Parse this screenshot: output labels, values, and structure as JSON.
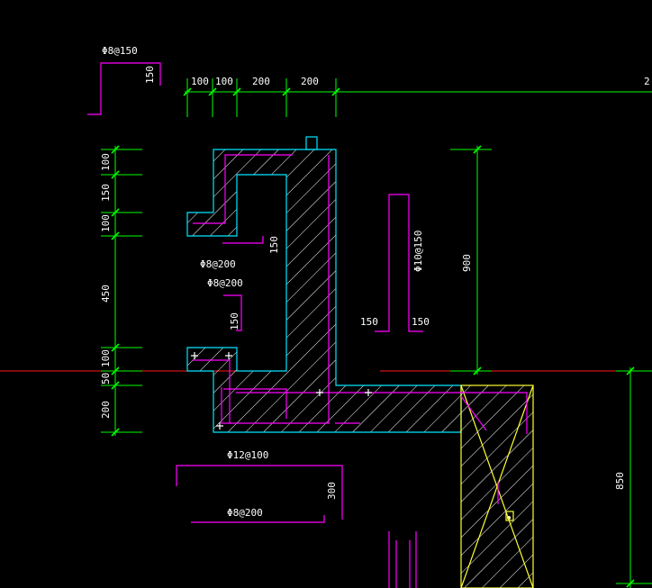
{
  "drawing": {
    "colors": {
      "background": "#000000",
      "rebar": "#ff00ff",
      "dimension": "#00ff00",
      "concrete_outline": "#00e5ff",
      "axis": "#ff1a1a",
      "beam_section": "#ffff33",
      "text": "#ffffff"
    },
    "rebar_labels": {
      "phi8_150": "Φ8@150",
      "phi8_200_a": "Φ8@200",
      "phi8_200_b": "Φ8@200",
      "phi10_150": "Φ10@150",
      "phi12_100": "Φ12@100",
      "phi8_200_c": "Φ8@200"
    },
    "bar_lengths": {
      "top_hook": "150",
      "upper_hook": "150",
      "lower_hook": "150",
      "vertical_bar_left": "150",
      "vertical_bar_right": "150",
      "bottom_bar_leg": "300"
    },
    "dims_top": [
      "100",
      "100",
      "200",
      "200",
      "2"
    ],
    "dims_left": [
      "100",
      "150",
      "100",
      "450",
      "100",
      "50",
      "200"
    ],
    "dims_right": {
      "upper": "900",
      "lower": "850"
    }
  }
}
